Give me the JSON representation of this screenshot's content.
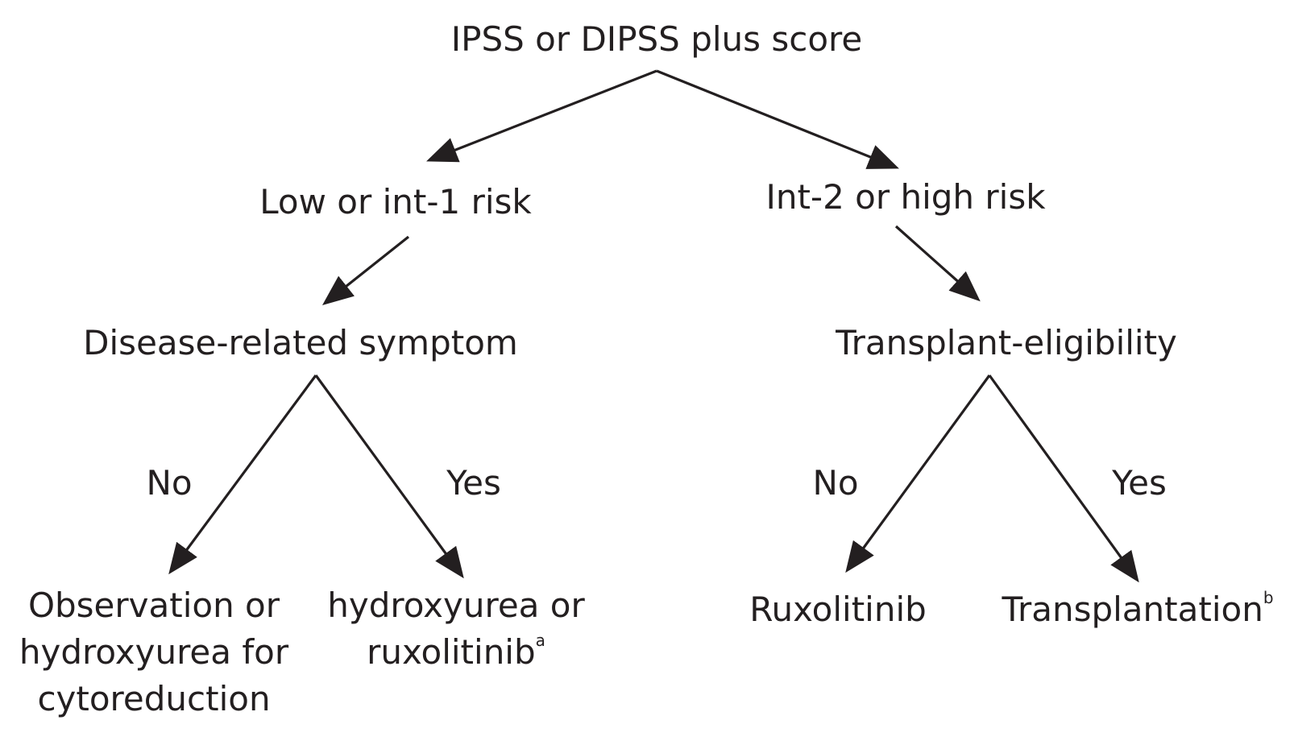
{
  "diagram": {
    "root": "IPSS or DIPSS plus score",
    "low_risk": "Low or int-1 risk",
    "high_risk": "Int-2 or high risk",
    "symptom_question": "Disease-related symptom",
    "transplant_question": "Transplant-eligibility",
    "symptom_no_label": "No",
    "symptom_yes_label": "Yes",
    "transplant_no_label": "No",
    "transplant_yes_label": "Yes",
    "observation": {
      "line1": "Observation or",
      "line2": "hydroxyurea for",
      "line3": "cytoreduction"
    },
    "hydroxyurea": {
      "line1": "hydroxyurea or",
      "line2": "ruxolitinib",
      "footnote": "a"
    },
    "ruxolitinib": "Ruxolitinib",
    "transplantation": "Transplantation",
    "transplantation_footnote": "b",
    "line_color": "#231f20"
  }
}
